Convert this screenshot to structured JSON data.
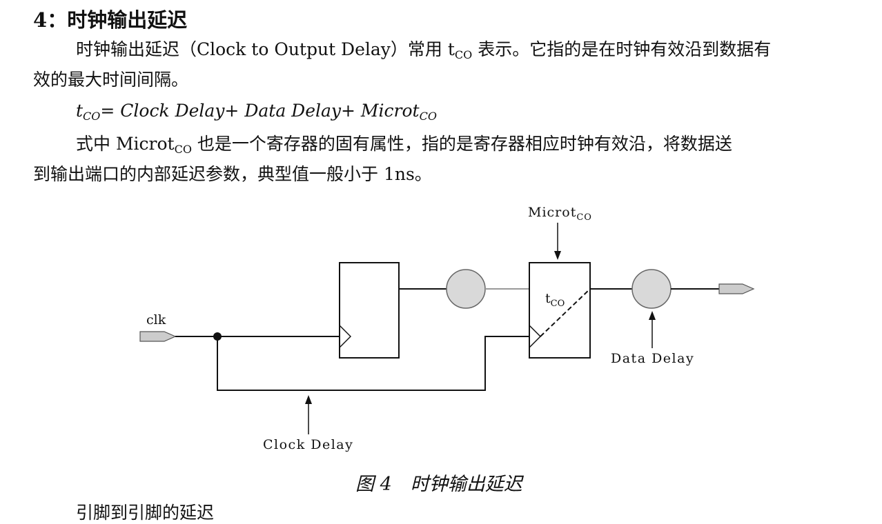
{
  "heading": {
    "number": "4",
    "separator": "：",
    "title": "时钟输出延迟"
  },
  "para1": {
    "part_a": "时钟输出延迟（Clock to Output Delay）常用 t",
    "sub": "CO",
    "part_b": " 表示。它指的是在时钟有效沿到数据有",
    "line2": "效的最大时间间隔。"
  },
  "formula": {
    "t": "t",
    "sub": "CO",
    "rest": "= Clock Delay+ Data Delay+ Microt",
    "sub2": "CO"
  },
  "para2": {
    "part_a": "式中 Microt",
    "sub": "CO",
    "part_b": " 也是一个寄存器的固有属性，指的是寄存器相应时钟有效沿，将数据送",
    "line2": "到输出端口的内部延迟参数，典型值一般小于 1ns。"
  },
  "diagram": {
    "clk_label": "clk",
    "microt_label": "Microt",
    "microt_sub": "CO",
    "tco_label": "t",
    "tco_sub": "CO",
    "data_delay_label": "Data Delay",
    "clock_delay_label": "Clock Delay"
  },
  "caption": "图 4　时钟输出延迟",
  "next_heading_partial": "引脚到引脚的延迟"
}
